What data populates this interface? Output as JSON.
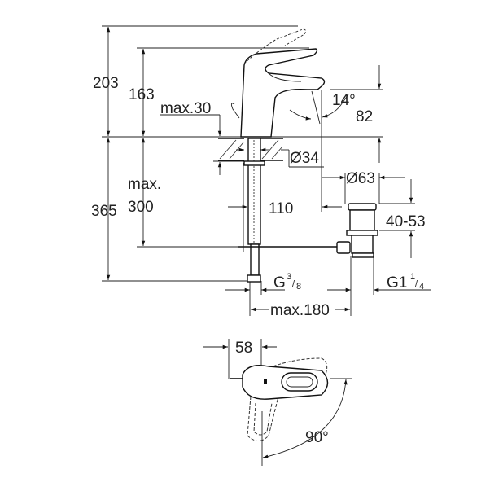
{
  "side_view": {
    "overall_height": "203",
    "lever_height": "163",
    "max_deck_thickness": "max.30",
    "spout_angle": "14°",
    "spout_height": "82",
    "hole_diameter": "Ø34",
    "max_label": "max.",
    "max_below_deck": "300",
    "supply_length": "365",
    "spout_reach": "110",
    "waste_diameter": "Ø63",
    "waste_range": "40-53",
    "supply_thread_prefix": "G",
    "supply_thread_num": "3",
    "supply_thread_den": "8",
    "waste_thread_prefix": "G1",
    "waste_thread_num": "1",
    "waste_thread_den": "4",
    "max_spacing": "max.180"
  },
  "top_view": {
    "lever_offset": "58",
    "rotation_angle": "90°"
  }
}
